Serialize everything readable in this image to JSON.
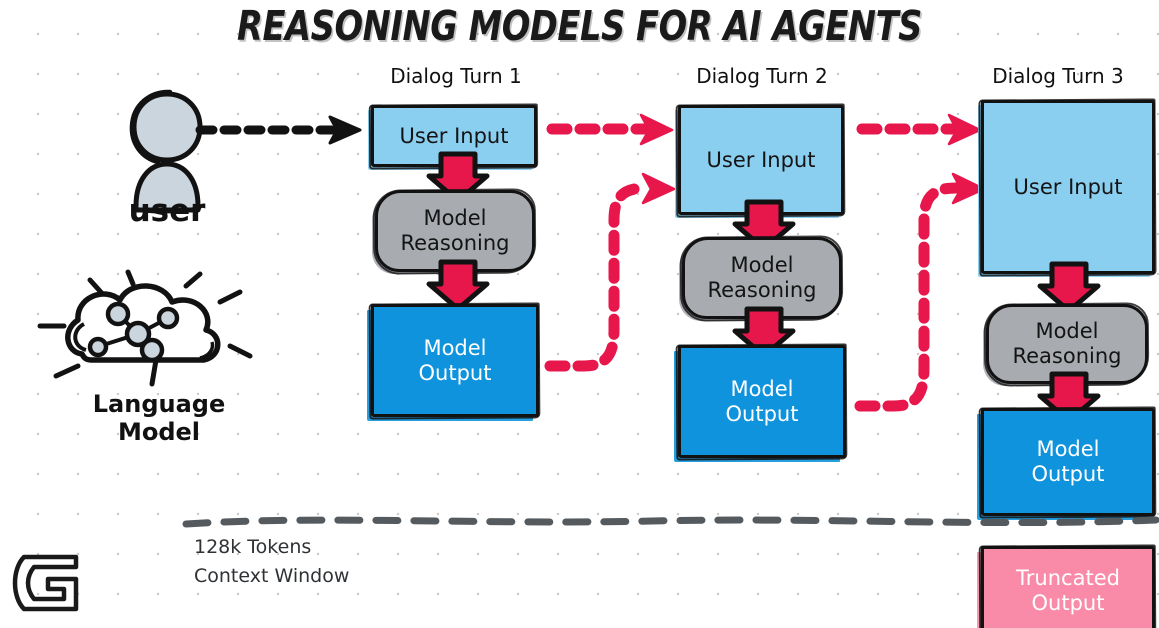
{
  "title": "REASONING MODELS FOR AI AGENTS",
  "actors": {
    "user": {
      "label": "user",
      "icon": "user-avatar-icon",
      "color": "#CBD5DD"
    },
    "language_model": {
      "label_line1": "Language",
      "label_line2": "Model",
      "icon": "cloud-neural-network-icon"
    }
  },
  "colors": {
    "user_input": "#8ACFF0",
    "model_reasoning": "#A8ABB0",
    "model_output": "#1093DD",
    "truncated_output": "#F98BA8",
    "arrow_pink": "#E8174B",
    "arrow_black": "#121212",
    "context_line": "#555A5E",
    "background": "#FFFFFF"
  },
  "turns": [
    {
      "header": "Dialog Turn 1",
      "nodes": [
        {
          "name": "user-input",
          "label_line1": "User Input",
          "label_line2": ""
        },
        {
          "name": "model-reasoning",
          "label_line1": "Model",
          "label_line2": "Reasoning"
        },
        {
          "name": "model-output",
          "label_line1": "Model",
          "label_line2": "Output"
        }
      ]
    },
    {
      "header": "Dialog Turn 2",
      "nodes": [
        {
          "name": "user-input",
          "label_line1": "User Input",
          "label_line2": ""
        },
        {
          "name": "model-reasoning",
          "label_line1": "Model",
          "label_line2": "Reasoning"
        },
        {
          "name": "model-output",
          "label_line1": "Model",
          "label_line2": "Output"
        }
      ]
    },
    {
      "header": "Dialog Turn 3",
      "nodes": [
        {
          "name": "user-input",
          "label_line1": "User Input",
          "label_line2": ""
        },
        {
          "name": "model-reasoning",
          "label_line1": "Model",
          "label_line2": "Reasoning"
        },
        {
          "name": "model-output",
          "label_line1": "Model",
          "label_line2": "Output"
        },
        {
          "name": "truncated-output",
          "label_line1": "Truncated",
          "label_line2": "Output"
        }
      ]
    }
  ],
  "context_window": {
    "line1": "128k Tokens",
    "line2": "Context Window"
  },
  "logo": {
    "name": "g-monogram-logo"
  }
}
